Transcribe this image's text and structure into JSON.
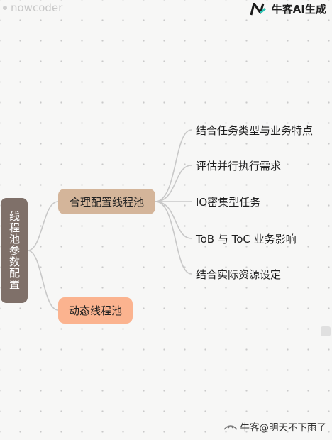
{
  "header": {
    "left_brand": "nowcoder",
    "right_brand": "牛客AI生成"
  },
  "mindmap": {
    "root": "线程池参数配置",
    "branches": [
      {
        "label": "合理配置线程池",
        "children": [
          "结合任务类型与业务特点",
          "评估并行执行需求",
          "IO密集型任务",
          "ToB 与 ToC 业务影响",
          "结合实际资源设定"
        ]
      },
      {
        "label": "动态线程池",
        "children": []
      }
    ]
  },
  "footer": {
    "watermark": "牛客@明天不下雨了"
  },
  "colors": {
    "root_node": "#7f7069",
    "branch1_node": "#d4b59a",
    "branch2_node": "#fbb38f",
    "connector": "#c8c8c8"
  }
}
